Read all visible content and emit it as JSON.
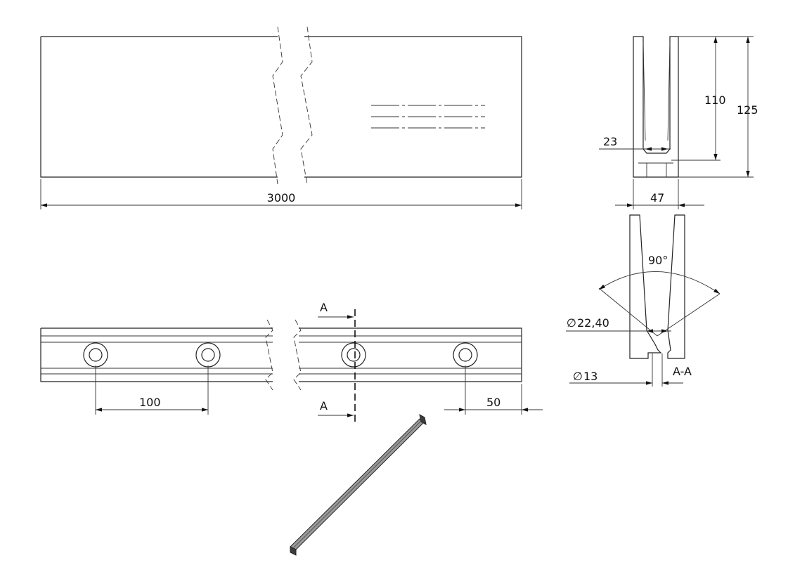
{
  "drawing": {
    "dimensions": {
      "overall_length": "3000",
      "height_inner": "110",
      "height_total": "125",
      "channel_width": "23",
      "profile_width": "47",
      "angle": "90°",
      "bore_large": "22,40",
      "bore_small": "13",
      "hole_pitch": "100",
      "edge_offset": "50"
    },
    "section": {
      "cut_label_top": "A",
      "cut_label_bottom": "A",
      "section_name": "A-A"
    },
    "symbols": {
      "diameter": "∅"
    },
    "colors": {
      "line": "#222222",
      "iso_face": "#9a9a9a",
      "iso_dark": "#3c3c3c"
    }
  }
}
